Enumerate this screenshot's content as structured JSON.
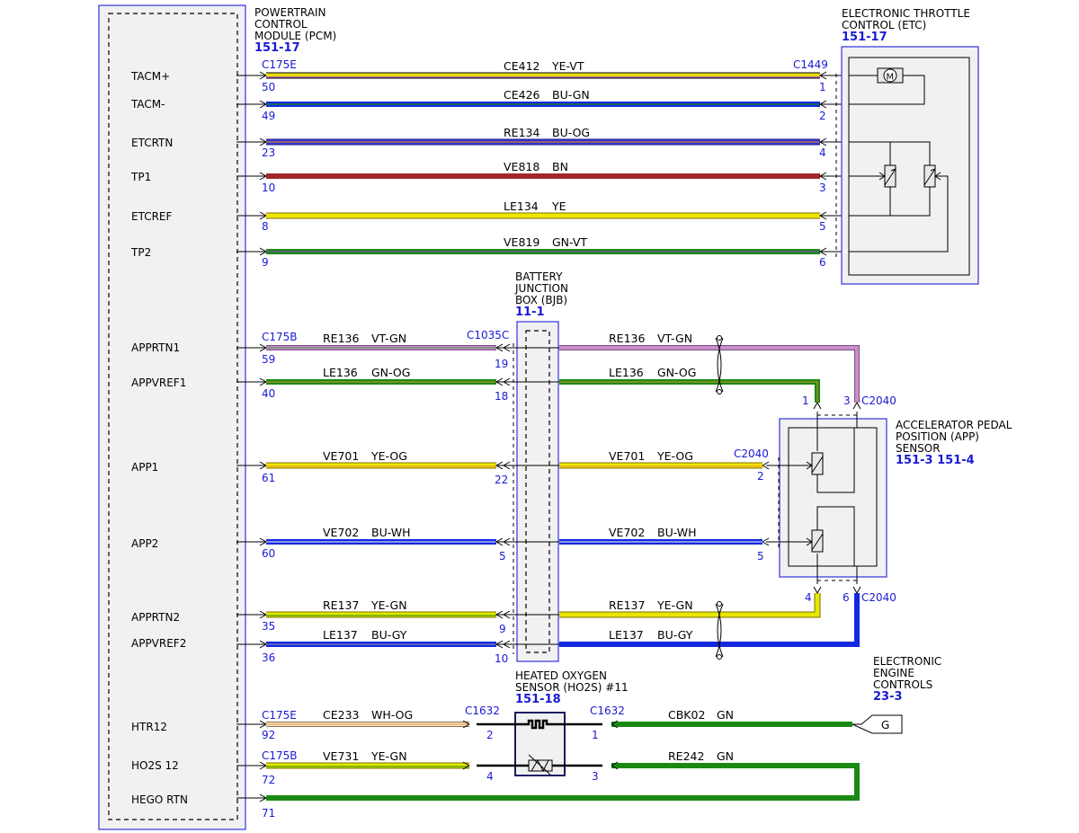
{
  "colors": {
    "YE": "#f0e600",
    "YE-VT": "#e8e000",
    "BU": "#1428e0",
    "BU-OG": "#3a34c8",
    "BN": "#a0282a",
    "GN": "#1a8a14",
    "GN-VT": "#1a8a14",
    "VT-GN": "#c890c8",
    "GN-OG": "#2a8a14",
    "YE-OG": "#f0e600",
    "BU-WH": "#1428e0",
    "YE-GN": "#e8e600",
    "BU-GY": "#1428e0",
    "WH-OG": "#f4e8c8",
    "outline": "#4040e0",
    "blue_text": "#1a1ad6"
  },
  "modules": {
    "pcm": {
      "title": [
        "POWERTRAIN",
        "CONTROL",
        "MODULE (PCM)"
      ],
      "ref": "151-17"
    },
    "etc": {
      "title": [
        "ELECTRONIC THROTTLE",
        "CONTROL (ETC)"
      ],
      "ref": "151-17"
    },
    "bjb": {
      "title": [
        "BATTERY",
        "JUNCTION",
        "BOX (BJB)"
      ],
      "ref": "11-1"
    },
    "app": {
      "title": [
        "ACCELERATOR PEDAL",
        "POSITION (APP)",
        "SENSOR"
      ],
      "ref": "151-3 151-4"
    },
    "ho2s": {
      "title": [
        "HEATED OXYGEN",
        "SENSOR (HO2S) #11"
      ],
      "ref": "151-18"
    },
    "eec": {
      "title": [
        "ELECTRONIC",
        "ENGINE",
        "CONTROLS"
      ],
      "ref": "23-3"
    }
  },
  "pcm_pins": [
    {
      "name": "TACM+",
      "pin": "50"
    },
    {
      "name": "TACM-",
      "pin": "49"
    },
    {
      "name": "ETCRTN",
      "pin": "23"
    },
    {
      "name": "TP1",
      "pin": "10"
    },
    {
      "name": "ETCREF",
      "pin": "8"
    },
    {
      "name": "TP2",
      "pin": "9"
    },
    {
      "name": "APPRTN1",
      "pin": "59"
    },
    {
      "name": "APPVREF1",
      "pin": "40"
    },
    {
      "name": "APP1",
      "pin": "61"
    },
    {
      "name": "APP2",
      "pin": "60"
    },
    {
      "name": "APPRTN2",
      "pin": "35"
    },
    {
      "name": "APPVREF2",
      "pin": "36"
    },
    {
      "name": "HTR12",
      "pin": "92"
    },
    {
      "name": "HO2S 12",
      "pin": "72"
    },
    {
      "name": "HEGO RTN",
      "pin": "71"
    }
  ],
  "connectors": {
    "pcm_e_top": "C175E",
    "pcm_b": "C175B",
    "pcm_e_bottom": "C175E",
    "pcm_b_bottom": "C175B",
    "etc": "C1449",
    "bjb": "C1035C",
    "app_top": "C2040",
    "app_mid": "C2040",
    "app_bottom": "C2040",
    "ho2s_left": "C1632",
    "ho2s_right": "C1632"
  },
  "etc_wires": [
    {
      "circuit": "CE412",
      "color": "YE-VT",
      "etc_pin": "1"
    },
    {
      "circuit": "CE426",
      "color": "BU-GN",
      "etc_pin": "2"
    },
    {
      "circuit": "RE134",
      "color": "BU-OG",
      "etc_pin": "4"
    },
    {
      "circuit": "VE818",
      "color": "BN",
      "etc_pin": "3"
    },
    {
      "circuit": "LE134",
      "color": "YE",
      "etc_pin": "5"
    },
    {
      "circuit": "VE819",
      "color": "GN-VT",
      "etc_pin": "6"
    }
  ],
  "app_wires": [
    {
      "circuit": "RE136",
      "color": "VT-GN",
      "bjb_pin": "19",
      "app_pin": "3"
    },
    {
      "circuit": "LE136",
      "color": "GN-OG",
      "bjb_pin": "18",
      "app_pin": "1"
    },
    {
      "circuit": "VE701",
      "color": "YE-OG",
      "bjb_pin": "22",
      "app_pin": "2"
    },
    {
      "circuit": "VE702",
      "color": "BU-WH",
      "bjb_pin": "5",
      "app_pin": "5"
    },
    {
      "circuit": "RE137",
      "color": "YE-GN",
      "bjb_pin": "9",
      "app_pin": "4"
    },
    {
      "circuit": "LE137",
      "color": "BU-GY",
      "bjb_pin": "10",
      "app_pin": "6"
    }
  ],
  "ho2s_wires": [
    {
      "circuit": "CE233",
      "color": "WH-OG",
      "sensor_pin": "2"
    },
    {
      "circuit": "VE731",
      "color": "YE-GN",
      "sensor_pin": "4"
    }
  ],
  "ho2s_out": [
    {
      "circuit": "CBK02",
      "color": "GN",
      "sensor_pin": "1"
    },
    {
      "circuit": "RE242",
      "color": "GN",
      "sensor_pin": "3"
    }
  ],
  "ground_label": "G",
  "motor_label": "M"
}
